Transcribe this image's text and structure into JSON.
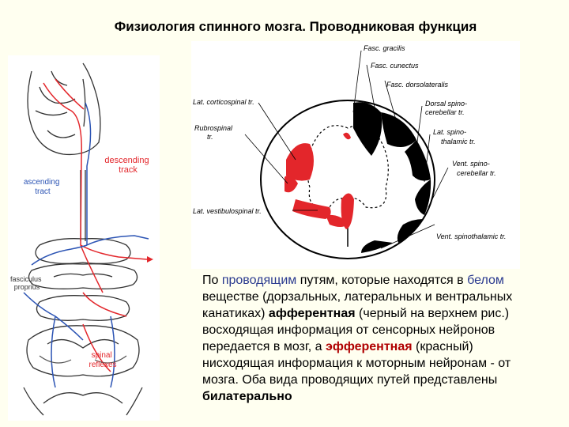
{
  "title": "Физиология спинного мозга. Проводниковая функция",
  "left_figure": {
    "descending_label_1": "descending",
    "descending_label_2": "track",
    "ascending_label_1": "ascending",
    "ascending_label_2": "tract",
    "fasciculus_label_1": "fasciculus",
    "fasciculus_label_2": "proprius",
    "spinal_label_1": "spinal",
    "spinal_label_2": "reflexes",
    "colors": {
      "descending": "#e3262b",
      "ascending": "#2c54b4",
      "reflex_label": "#e3262b"
    }
  },
  "cross_section": {
    "labels": {
      "fasc_gracilis": "Fasc. gracilis",
      "fasc_cunectus": "Fasc. cunectus",
      "fasc_dorsolateralis": "Fasc. dorsolateralis",
      "lat_corticospinal": "Lat. corticospinal tr.",
      "rubrospinal_1": "Rubrospinal",
      "rubrospinal_2": "tr.",
      "dorsal_spino_1": "Dorsal spino-",
      "dorsal_spino_2": "cerebellar tr.",
      "lat_spino_1": "Lat. spino-",
      "lat_spino_2": "thalamic tr.",
      "vent_spino_1": "Vent. spino-",
      "vent_spino_2": "cerebellar tr.",
      "lat_vestibulospinal": "Lat. vestibulospinal tr.",
      "vent_spinothalamic": "Vent. spinothalamic tr."
    },
    "colors": {
      "efferent": "#e3262b",
      "afferent": "#000000"
    }
  },
  "text": {
    "p1": "По ",
    "p2": "проводящим",
    "p3": " путям, которые находятся в ",
    "p4": "белом",
    "p5": " веществе (дорзальных, латеральных и вентральных канатиках) ",
    "p6": "афферентная",
    "p7": " (черный на верхнем рис.) восходящая информация от сенсорных нейронов передается в мозг, а ",
    "p8": "эфферентная",
    "p9": " (красный) нисходящая информация  к моторным нейронам - от мозга. Оба вида проводящих путей представлены ",
    "p10": "билатерально"
  }
}
